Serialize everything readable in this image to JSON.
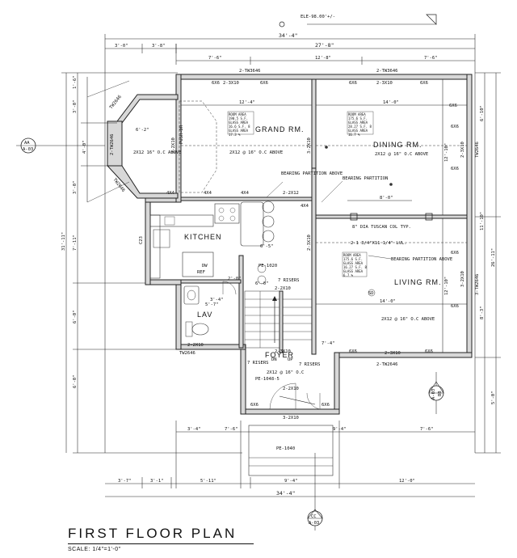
{
  "title": "FIRST FLOOR PLAN",
  "scale": "SCALE: 1/4\"=1'-0\"",
  "elevation_note": "ELE-98.00'+/-",
  "section_markers": {
    "left": {
      "top": "AA",
      "bottom": "A-03"
    },
    "right": {
      "top": "A-03",
      "bottom": "BB"
    },
    "bottom": {
      "top": "CC",
      "bottom": "A-03"
    }
  },
  "rooms": {
    "grand": "GRAND RM.",
    "dining": "DINING RM.",
    "kitchen": "KITCHEN",
    "living": "LIVING RM.",
    "lav": "LAV",
    "foyer": "FOYER"
  },
  "labels": {
    "push_dr": "PUSH-DR",
    "bearing_partition_above": "BEARING PARTITION ABOVE",
    "bearing_partition": "BEARING PARTITION",
    "bearing_partition_above_2": "BEARING PARTITION ABOVE",
    "tuscan_col": "8\" DIA TUSCAN COL TYP.",
    "lvl_beam": "2-1 3/4\"X11 1/4\" LVL.",
    "joist_grand": "2X12 @ 16\" O.C ABOVE",
    "joist_bay": "2X12 16\" O.C ABOVE",
    "joist_dining": "2X12 @ 16\" O.C ABOVE",
    "joist_living": "2X12 @ 16\" O.C ABOVE",
    "foyer_joist": "2X12 @ 16\" O.C",
    "foyer_risers": "7 RISERS",
    "stair_risers_1": "7 RISERS",
    "stair_risers_2": "7 RISERS",
    "stair_dn": "DN",
    "stair_up": "UP",
    "door_main": "PE-1040",
    "door_foyer": "PE-1048-5",
    "door_kitchen": "PE-1020",
    "kitchen_dw": "DW",
    "kitchen_ref": "REF",
    "kitchen_c23": "C23",
    "col_6x6": "6X6",
    "col_4x4": "4X4",
    "header_2_3x10": "2-3X10",
    "header_2_2x12": "2-2X12",
    "header_2_2x10": "2-2X10",
    "header_3_2x10": "3-2X10",
    "window_2_tw3646": "2-TW3646",
    "window_tw2646": "TW2646",
    "window_2_tw2646": "2-TW2646",
    "window_3_tw2646": "3-TW2646",
    "window_tw2646_lav": "TW2646",
    "smoke": "SD",
    "room_area_grand": "ROOM AREA 190.5 S.F. GLASS AREA 16.6 S.F. 8 GLASS AREA 17.3 %",
    "room_area_dining": "ROOM AREA 175.6 S.F. GLASS AREA 28.27 S.F. 8 GLASS AREA 16.7 %",
    "room_area_living": "ROOM AREA 175.6 S.F. GLASS AREA 16.27 S.F. 8 GLASS AREA 6.7 %"
  },
  "dimensions": {
    "overall_top": "34'-4\"",
    "top_27_8": "27'-8\"",
    "top_3_0": "3'-0\"",
    "top_3_8": "3'-8\"",
    "top_7_6": "7'-6\"",
    "top_12_8": "12'-8\"",
    "top_7_6b": "7'-6\"",
    "inner_12_4": "12'-4\"",
    "inner_14_0": "14'-0\"",
    "inner_6_2": "6'-2\"",
    "inner_8_0": "8'-0\"",
    "inner_6_5": "6'-5\"",
    "inner_14_0b": "14'-0\"",
    "inner_7_4": "7'-4\"",
    "inner_2_0": "2'-0\"",
    "inner_6_0": "6'-0\"",
    "lav_5_7": "5'-7\"",
    "lav_3_4": "3'-4\"",
    "left_31_11": "31'-11\"",
    "left_7_11": "7'-11\"",
    "left_6_0": "6'-0\"",
    "left_6_0b": "6'-0\"",
    "left_3_0": "3'-0\"",
    "left_3_0b": "3'-0\"",
    "left_4_0": "4'-0\"",
    "left_1_6": "1'-6\"",
    "right_26_11": "26'-11\"",
    "right_11_10": "11'-10\"",
    "right_8_3": "8'-3\"",
    "right_6_10": "6'-10\"",
    "right_5_0": "5'-0\"",
    "right_12_10": "12'-10\"",
    "right_12_10b": "12'-10\"",
    "bot_3_4": "3'-4\"",
    "bot_7_6": "7'-6\"",
    "bot_9_4": "9'-4\"",
    "bot_7_6b": "7'-6\"",
    "bot_3_7": "3'-7\"",
    "bot_3_1": "3'-1\"",
    "bot_5_11": "5'-11\"",
    "bot_9_4b": "9'-4\"",
    "bot_12_0": "12'-0\"",
    "overall_bottom": "34'-4\""
  }
}
